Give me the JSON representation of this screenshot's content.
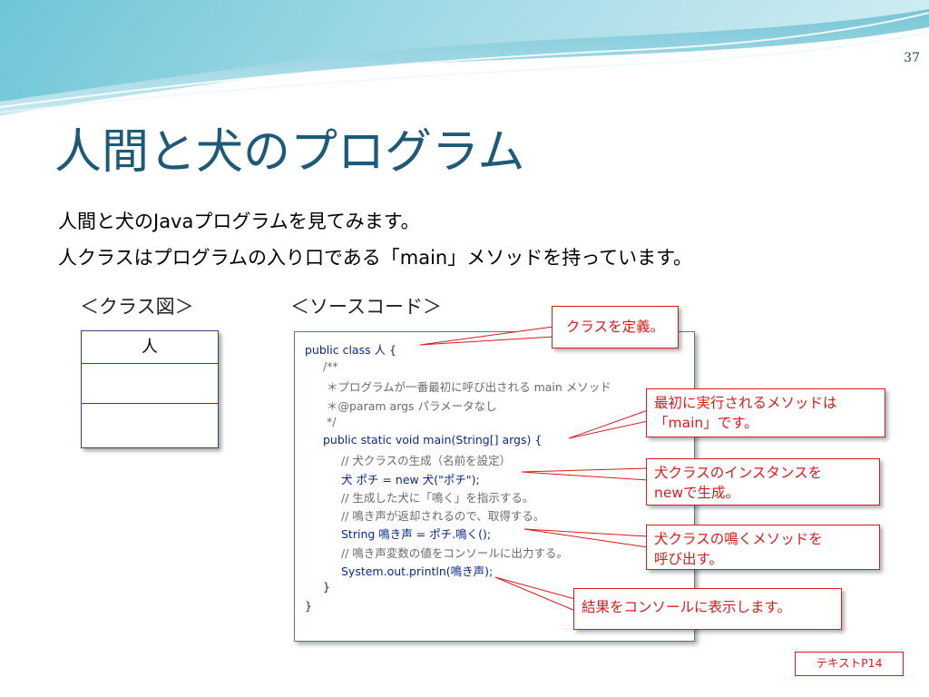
{
  "slide": {
    "page_number": "37",
    "title": "人間と犬のプログラム",
    "bullets": [
      "人間と犬のJavaプログラムを見てみます。",
      "人クラスはプログラムの入り口である「main」メソッドを持っています。"
    ],
    "diagram_heading": "＜クラス図＞",
    "code_heading": "＜ソースコード＞",
    "class_name": "人",
    "code_lines": [
      "public class 人 {",
      "/**",
      "＊プログラムが一番最初に呼び出される main メソッド",
      "＊@param args パラメータなし",
      "*/",
      "public static void main(String[] args) {",
      "// 犬クラスの生成（名前を設定）",
      "犬 ポチ = new 犬(\"ポチ\");",
      "// 生成した犬に「鳴く」を指示する。",
      "// 鳴き声が返却されるので、取得する。",
      "String 鳴き声 = ポチ.鳴く();",
      "// 鳴き声変数の値をコンソールに出力する。",
      "System.out.println(鳴き声);",
      "}",
      "}"
    ],
    "callouts": {
      "define_class": "クラスを定義。",
      "main_method_1": "最初に実行されるメソッドは",
      "main_method_2": "「main」です。",
      "instance_1": "犬クラスのインスタンスを",
      "instance_2": "newで生成。",
      "bark_1": "犬クラスの鳴くメソッドを",
      "bark_2": "呼び出す。",
      "console": "結果をコンソールに表示します。"
    },
    "text_reference": "テキストP14",
    "colors": {
      "title": "#1d5a78",
      "code": "#0a2a8a",
      "comment": "#6a6a6a",
      "callout": "#d81c1c"
    }
  }
}
